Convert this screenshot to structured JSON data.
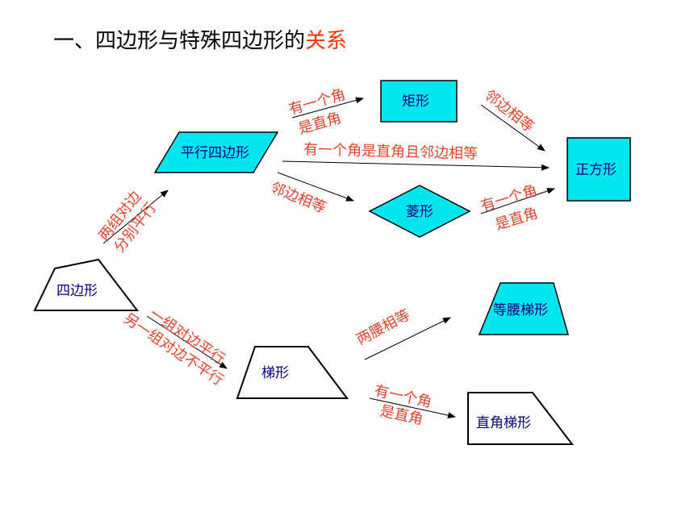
{
  "title": {
    "main": "一、四边形与特殊四边形的",
    "accent": "关系"
  },
  "shapes": {
    "quadrilateral": "四边形",
    "parallelogram": "平行四边形",
    "rectangle": "矩形",
    "rhombus": "菱形",
    "square": "正方形",
    "trapezoid": "梯形",
    "isosceles_trapezoid": "等腰梯形",
    "right_trapezoid": "直角梯形"
  },
  "conditions": {
    "quad_to_para_1": "两组对边",
    "quad_to_para_2": "分别平行",
    "para_to_rect_1": "有一个角",
    "para_to_rect_2": "是直角",
    "para_to_square": "有一个角是直角且邻边相等",
    "para_to_rhombus": "邻边相等",
    "rect_to_square": "邻边相等",
    "rhombus_to_square_1": "有一个角",
    "rhombus_to_square_2": "是直角",
    "quad_to_trap_1": "一组对边平行",
    "quad_to_trap_2": "另一组对边不平行",
    "trap_to_iso": "两腰相等",
    "trap_to_right_1": "有一个角",
    "trap_to_right_2": "是直角"
  },
  "colors": {
    "fill_special": "#00e5ee",
    "label_red": "#e8442a",
    "shape_text": "#000080",
    "accent": "#ff3300"
  }
}
